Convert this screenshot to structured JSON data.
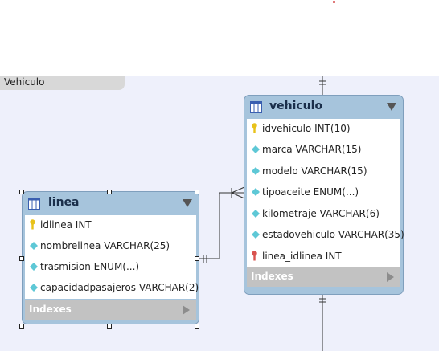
{
  "layer": {
    "name": "Vehiculo"
  },
  "tables": {
    "linea": {
      "name": "linea",
      "columns": [
        {
          "kind": "pk",
          "text": "idlinea INT"
        },
        {
          "kind": "col",
          "text": "nombrelinea VARCHAR(25)"
        },
        {
          "kind": "col",
          "text": "trasmision ENUM(...)"
        },
        {
          "kind": "col",
          "text": "capacidadpasajeros VARCHAR(2)"
        }
      ],
      "indexes_label": "Indexes"
    },
    "vehiculo": {
      "name": "vehiculo",
      "columns": [
        {
          "kind": "pk",
          "text": "idvehiculo INT(10)"
        },
        {
          "kind": "col",
          "text": "marca VARCHAR(15)"
        },
        {
          "kind": "col",
          "text": "modelo VARCHAR(15)"
        },
        {
          "kind": "col",
          "text": "tipoaceite ENUM(...)"
        },
        {
          "kind": "col",
          "text": "kilometraje VARCHAR(6)"
        },
        {
          "kind": "col",
          "text": "estadovehiculo VARCHAR(35)"
        },
        {
          "kind": "fk",
          "text": "linea_idlinea INT"
        }
      ],
      "indexes_label": "Indexes"
    }
  },
  "colors": {
    "table_header": "#a6c4dc",
    "layer_background": "#eef0fb",
    "indexes_bar": "#c2c2c2",
    "pk_key": "#e8c21a",
    "fk_key": "#d9534f",
    "column_diamond": "#5ec8d6"
  },
  "icons": [
    "table-icon",
    "primary-key-icon",
    "foreign-key-icon",
    "column-diamond-icon",
    "collapse-arrow-icon",
    "expand-arrow-icon"
  ]
}
